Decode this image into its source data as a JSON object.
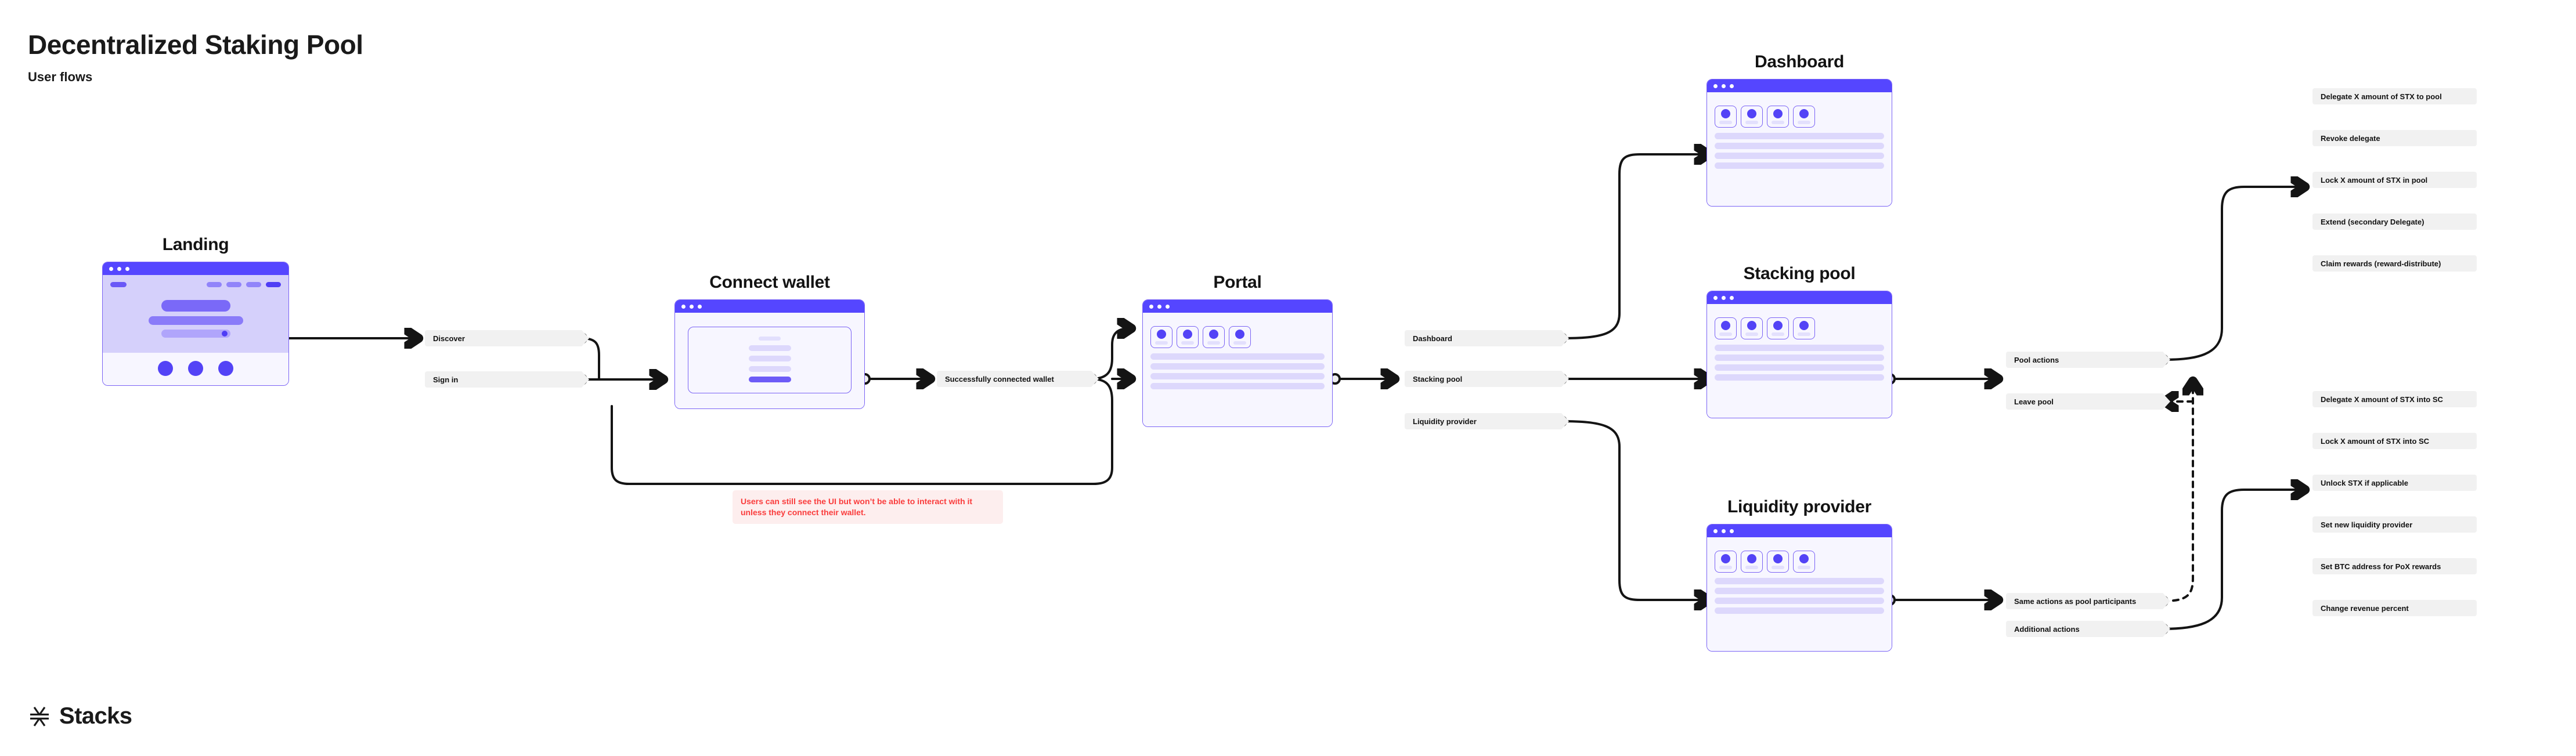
{
  "header": {
    "title": "Decentralized Staking Pool",
    "subtitle": "User flows"
  },
  "brand": {
    "name": "Stacks",
    "logo_icon": "stacks-logo-icon",
    "accent_color": "#5546FF",
    "card_surface_color": "#F7F6FF",
    "pill_color": "#F1F1F1",
    "note_color": "#FA3C3C"
  },
  "screens": {
    "landing": {
      "title": "Landing"
    },
    "connect_wallet": {
      "title": "Connect wallet"
    },
    "portal": {
      "title": "Portal"
    },
    "dashboard": {
      "title": "Dashboard"
    },
    "stacking_pool": {
      "title": "Stacking pool"
    },
    "liquidity_provider": {
      "title": "Liquidity provider"
    }
  },
  "flow_nodes": {
    "landing_out": [
      {
        "label": "Discover"
      },
      {
        "label": "Sign in"
      }
    ],
    "wallet_out": [
      {
        "label": "Successfully connected wallet"
      }
    ],
    "portal_out": [
      {
        "label": "Dashboard"
      },
      {
        "label": "Stacking pool"
      },
      {
        "label": "Liquidity provider"
      }
    ],
    "stacking_pool_out": [
      {
        "label": "Pool actions"
      },
      {
        "label": "Leave pool"
      }
    ],
    "liquidity_provider_out": [
      {
        "label": "Same actions as pool participants"
      },
      {
        "label": "Additional actions"
      }
    ],
    "pool_actions_list": [
      {
        "label": "Delegate X amount of STX to pool"
      },
      {
        "label": "Revoke delegate"
      },
      {
        "label": "Lock X amount of STX in pool"
      },
      {
        "label": "Extend (secondary Delegate)"
      },
      {
        "label": "Claim rewards (reward-distribute)"
      }
    ],
    "additional_actions_list": [
      {
        "label": "Delegate X amount of STX into SC"
      },
      {
        "label": "Lock X amount of STX into SC"
      },
      {
        "label": "Unlock STX if applicable"
      },
      {
        "label": "Set new liquidity provider"
      },
      {
        "label": "Set BTC address for PoX rewards"
      },
      {
        "label": "Change revenue percent"
      }
    ]
  },
  "notes": {
    "wallet_gate": "Users can still see the UI but won’t be able to interact with it unless they connect their wallet."
  }
}
